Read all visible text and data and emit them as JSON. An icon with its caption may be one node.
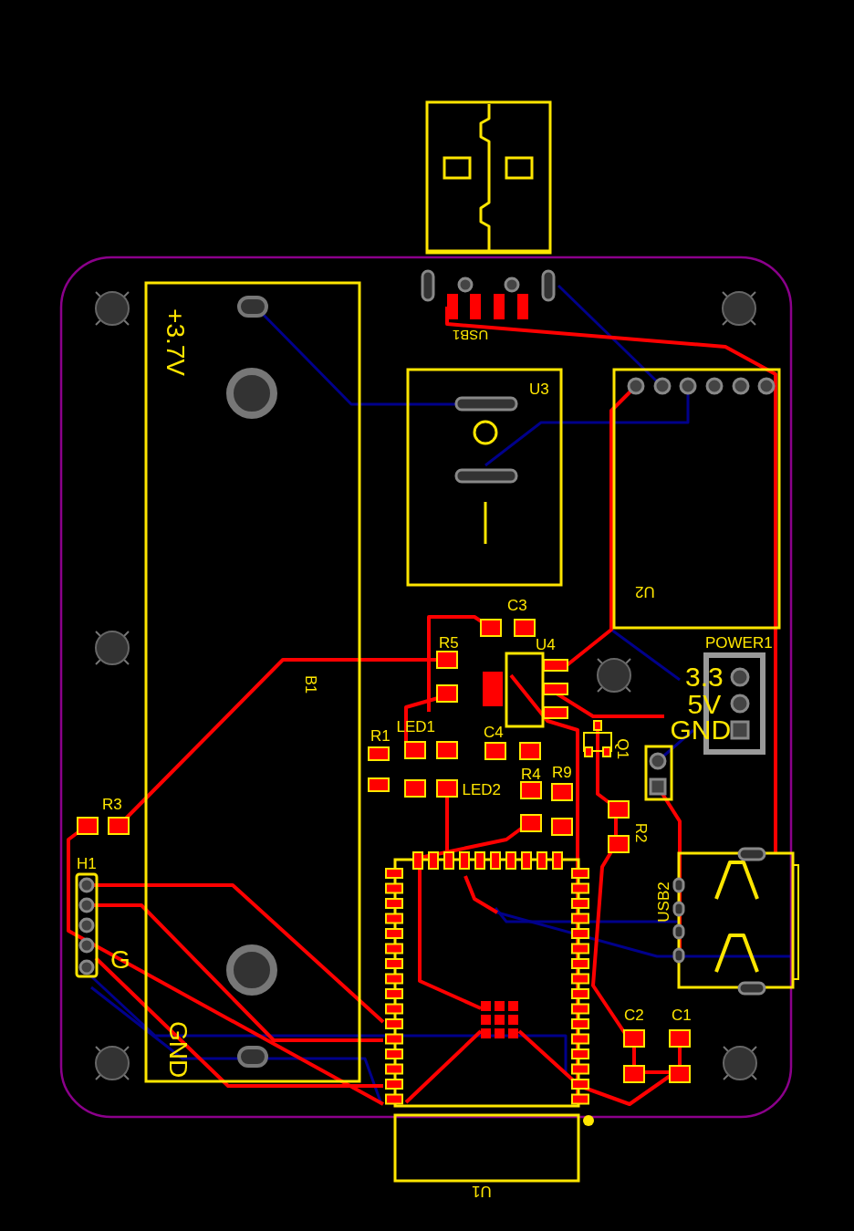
{
  "diagram": {
    "labels": [
      "USB1",
      "+3.7V",
      "U3",
      "U2",
      "C3",
      "R5",
      "U4",
      "POWER1",
      "3.3",
      "B1",
      "5V",
      "R1",
      "LED1",
      "C4",
      "GND",
      "Q1",
      "LED2",
      "R4",
      "R9",
      "R3",
      "R2",
      "H1",
      "USB2",
      "G",
      "C2",
      "C1",
      "GND",
      "U1"
    ]
  }
}
